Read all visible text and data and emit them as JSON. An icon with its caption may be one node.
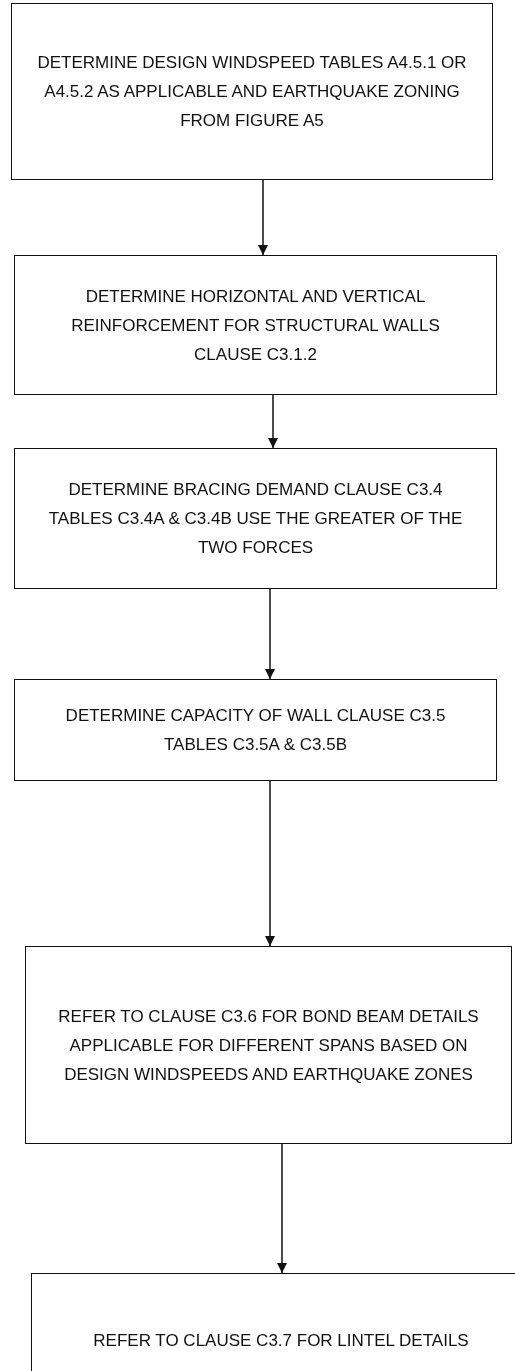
{
  "diagram": {
    "nodes": [
      {
        "text": [
          "DETERMINE DESIGN WINDSPEED TABLES A4.5.1 OR A4.5.2 AS APPLICABLE AND EARTHQUAKE ZONING FROM FIGURE A5"
        ]
      },
      {
        "text": [
          "DETERMINE HORIZONTAL AND VERTICAL REINFORCEMENT FOR STRUCTURAL WALLS CLAUSE C3.1.2"
        ]
      },
      {
        "text": [
          "DETERMINE BRACING DEMAND CLAUSE C3.4 TABLES C3.4A & C3.4B USE THE GREATER OF THE TWO FORCES"
        ]
      },
      {
        "text": [
          "DETERMINE CAPACITY OF WALL CLAUSE C3.5 TABLES C3.5A & C3.5B"
        ]
      },
      {
        "text": [
          "REFER TO CLAUSE C3.6 FOR BOND BEAM DETAILS APPLICABLE FOR DIFFERENT SPANS BASED ON DESIGN WINDSPEEDS AND EARTHQUAKE ZONES"
        ]
      },
      {
        "text": [
          "REFER TO CLAUSE C3.7 FOR LINTEL DETAILS"
        ]
      }
    ],
    "edges": [
      {
        "from": 0,
        "to": 1,
        "arrow": "to"
      },
      {
        "from": 1,
        "to": 2,
        "arrow": "to"
      },
      {
        "from": 2,
        "to": 3,
        "arrow": "to"
      },
      {
        "from": 3,
        "to": 4,
        "arrow": "to"
      },
      {
        "from": 4,
        "to": 5,
        "arrow": "to"
      }
    ]
  }
}
